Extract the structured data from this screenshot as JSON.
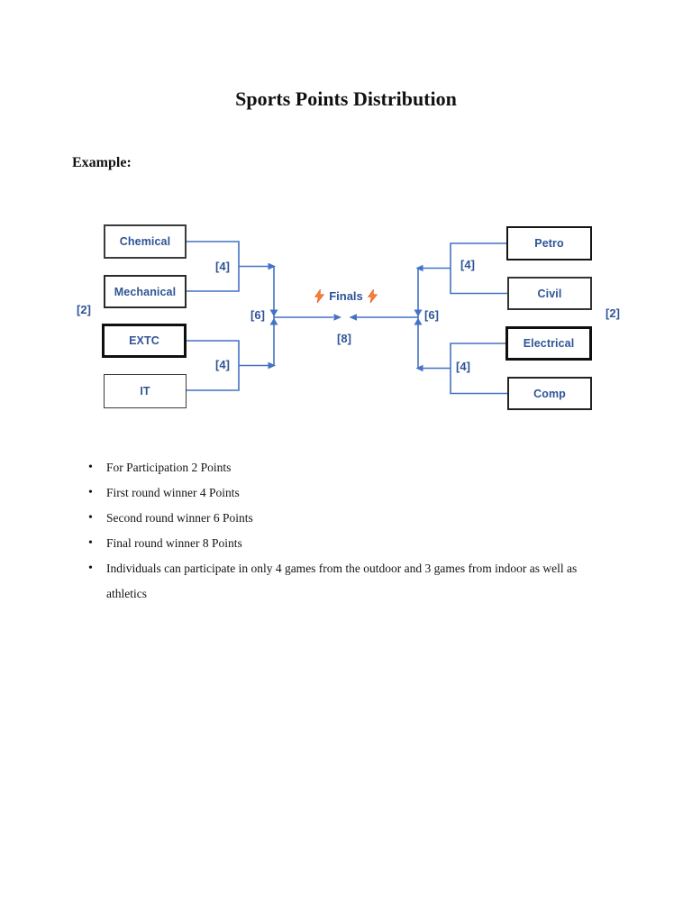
{
  "page": {
    "title": "Sports Points Distribution",
    "example_label": "Example:"
  },
  "bracket": {
    "left_teams": [
      "Chemical",
      "Mechanical",
      "EXTC",
      "IT"
    ],
    "right_teams": [
      "Petro",
      "Civil",
      "Electrical",
      "Comp"
    ],
    "points": {
      "participation": "[2]",
      "first_round": "[4]",
      "second_round": "[6]",
      "final": "[8]"
    },
    "finals_label": "Finals",
    "colors": {
      "line_blue": "#4472C4",
      "label_blue": "#2F5496",
      "bolt_orange": "#F5822E"
    }
  },
  "rules": {
    "items": [
      "For Participation 2 Points",
      "First round winner 4 Points",
      "Second round winner 6 Points",
      "Final round winner 8 Points",
      "Individuals can participate in only 4 games from the outdoor and 3 games from indoor as well as athletics"
    ]
  }
}
